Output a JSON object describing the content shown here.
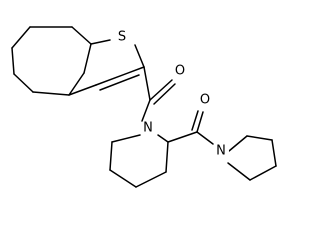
{
  "atoms": {
    "thiophene_s": "S",
    "ketone_o_1": "O",
    "piperidine_n": "N",
    "ketone_o_2": "O",
    "pyrrolidine_n": "N"
  }
}
